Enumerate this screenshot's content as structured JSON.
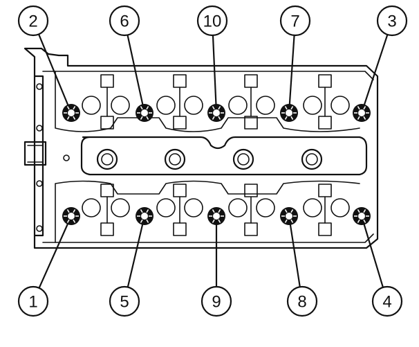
{
  "bolt_labels": {
    "top": [
      "2",
      "6",
      "10",
      "7",
      "3"
    ],
    "bottom": [
      "1",
      "5",
      "9",
      "8",
      "4"
    ]
  },
  "colors": {
    "line": "#111111",
    "background": "#ffffff"
  },
  "icons": [
    "bolt-head-icon"
  ]
}
